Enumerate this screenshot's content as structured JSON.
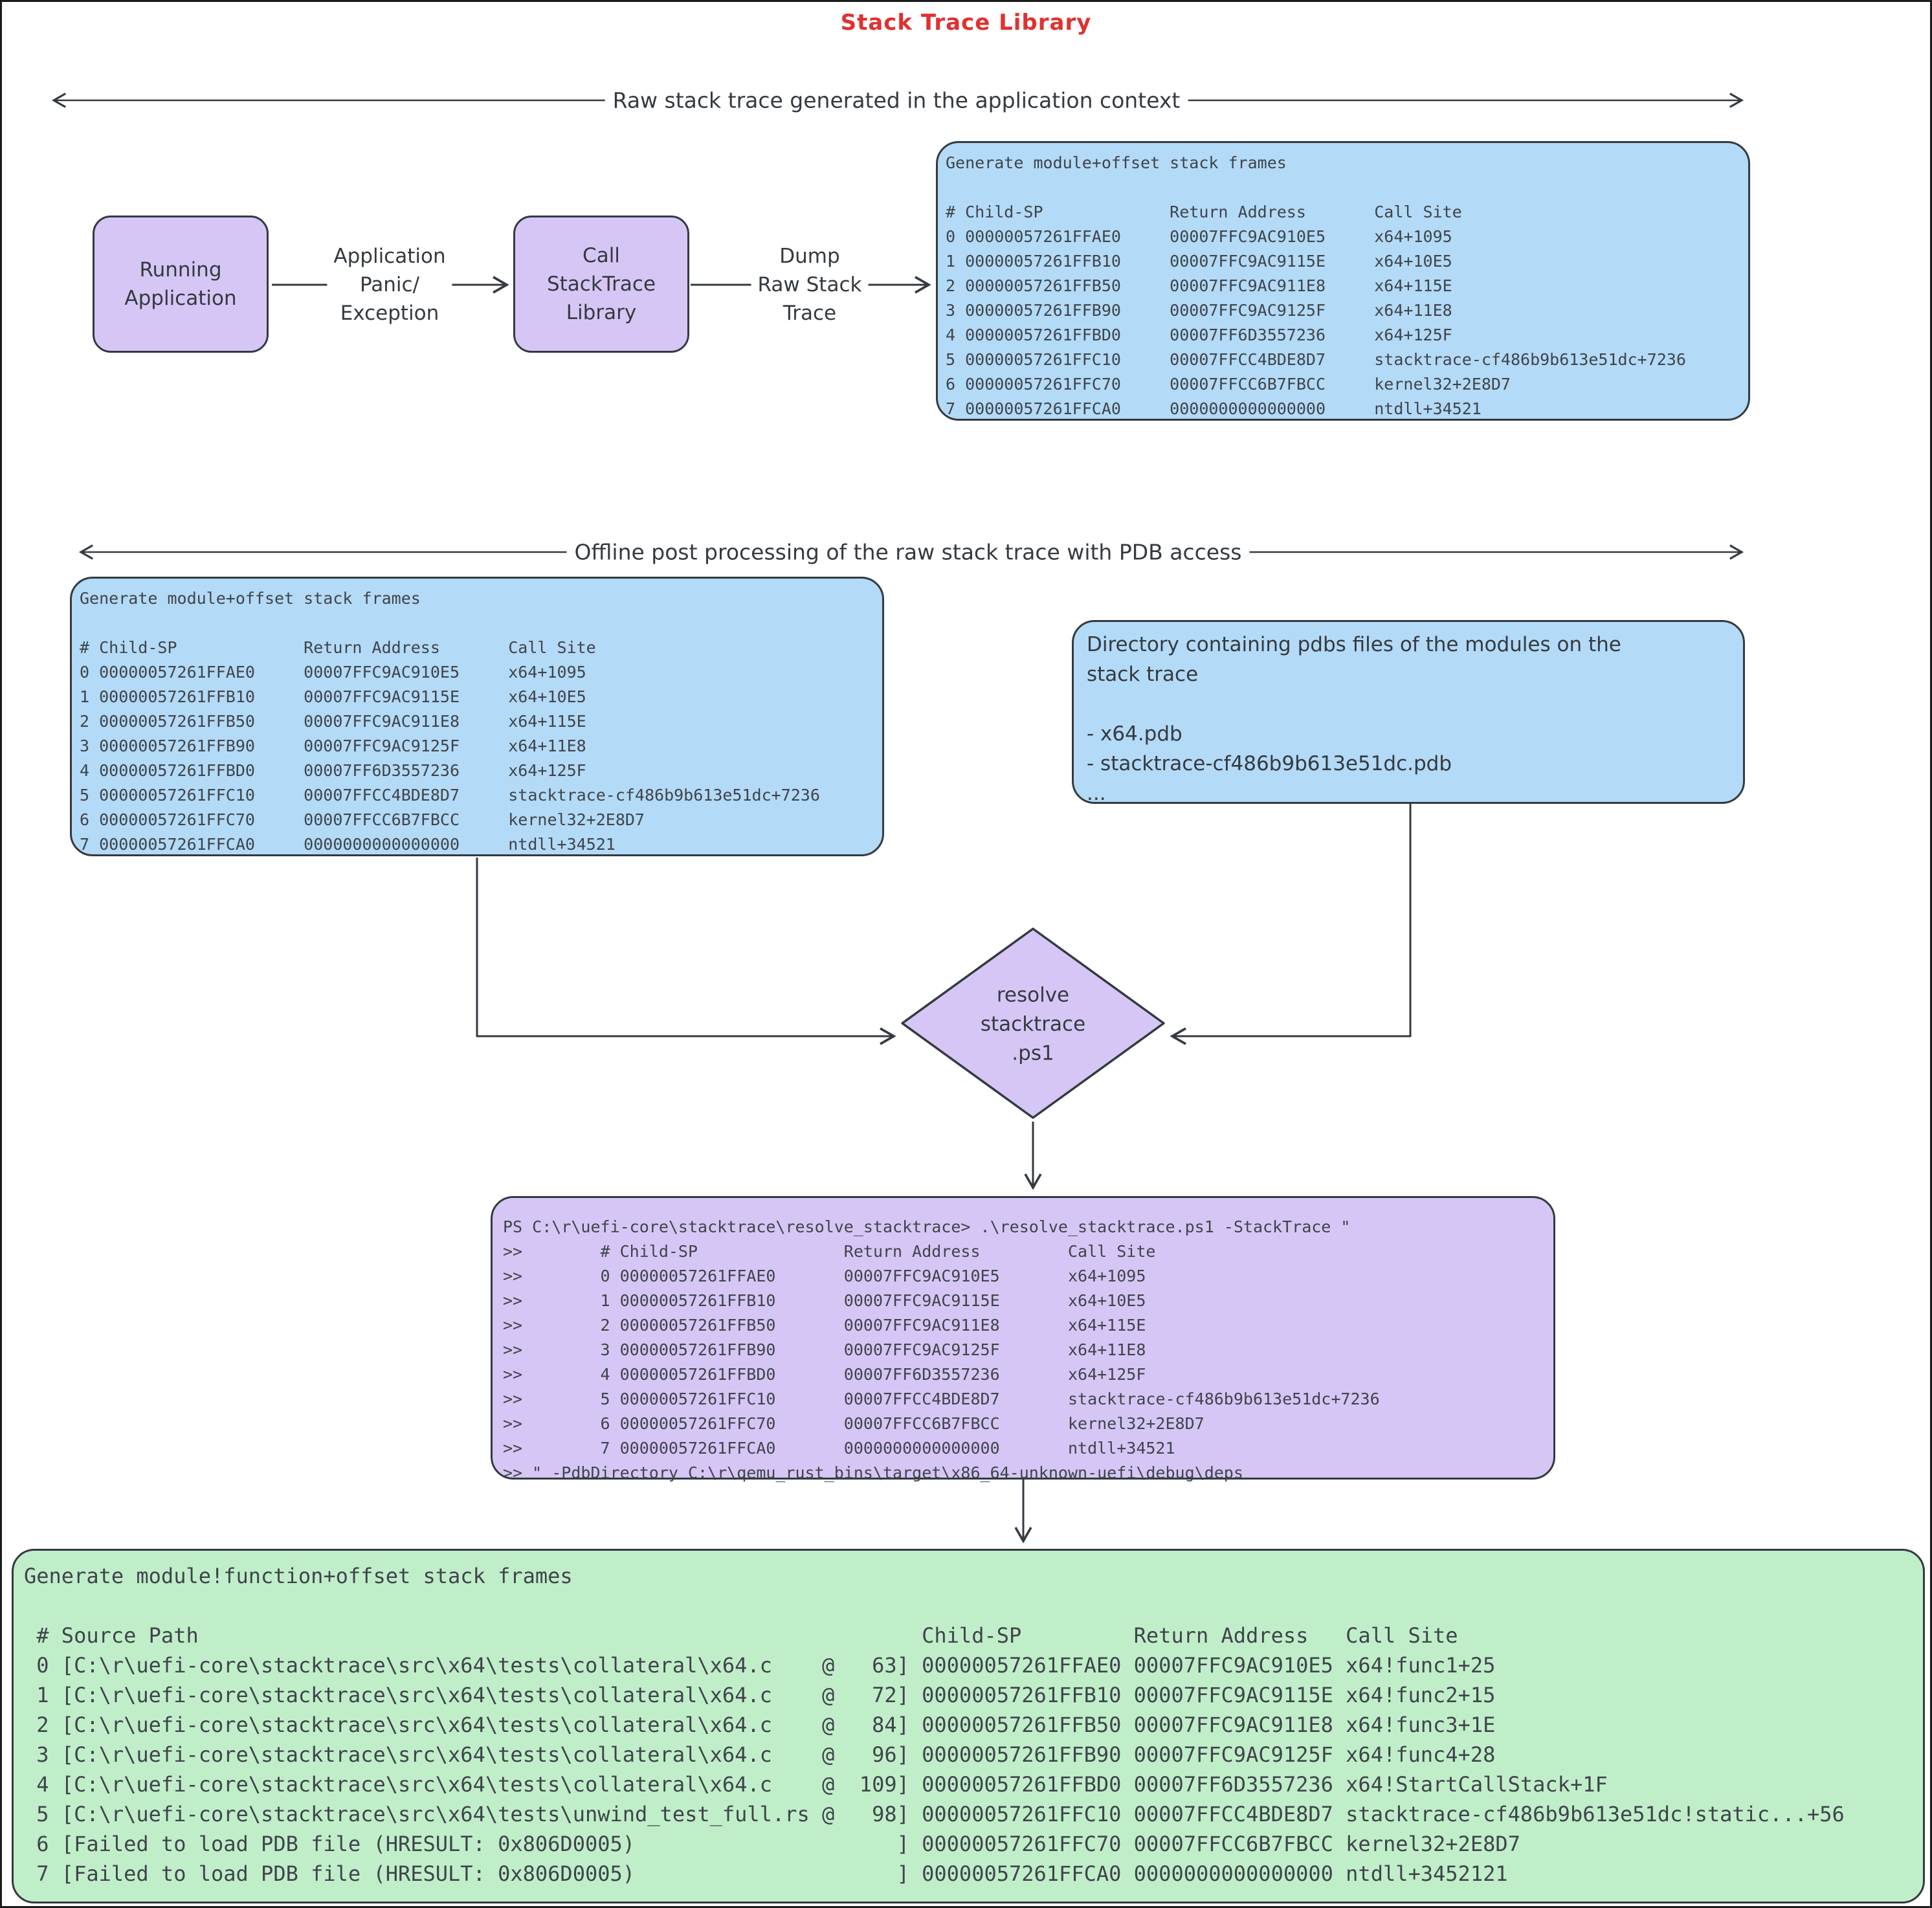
{
  "page": {
    "title": "Stack Trace Library"
  },
  "sections": {
    "raw_label": "Raw stack trace generated in the application context",
    "offline_label": "Offline post processing of the raw stack trace with PDB access"
  },
  "flow": {
    "running_app": [
      "Running",
      "Application"
    ],
    "panic_label": [
      "Application",
      "Panic/",
      "Exception"
    ],
    "call_lib": [
      "Call",
      "StackTrace",
      "Library"
    ],
    "dump_label": [
      "Dump",
      "Raw Stack",
      "Trace"
    ]
  },
  "raw_trace_box": {
    "lines": [
      "Generate module+offset stack frames",
      "",
      "# Child-SP             Return Address       Call Site",
      "0 00000057261FFAE0     00007FFC9AC910E5     x64+1095",
      "1 00000057261FFB10     00007FFC9AC9115E     x64+10E5",
      "2 00000057261FFB50     00007FFC9AC911E8     x64+115E",
      "3 00000057261FFB90     00007FFC9AC9125F     x64+11E8",
      "4 00000057261FFBD0     00007FF6D3557236     x64+125F",
      "5 00000057261FFC10     00007FFCC4BDE8D7     stacktrace-cf486b9b613e51dc+7236",
      "6 00000057261FFC70     00007FFCC6B7FBCC     kernel32+2E8D7",
      "7 00000057261FFCA0     0000000000000000     ntdll+34521"
    ]
  },
  "offline_trace_box": {
    "lines": [
      "Generate module+offset stack frames",
      "",
      "# Child-SP             Return Address       Call Site",
      "0 00000057261FFAE0     00007FFC9AC910E5     x64+1095",
      "1 00000057261FFB10     00007FFC9AC9115E     x64+10E5",
      "2 00000057261FFB50     00007FFC9AC911E8     x64+115E",
      "3 00000057261FFB90     00007FFC9AC9125F     x64+11E8",
      "4 00000057261FFBD0     00007FF6D3557236     x64+125F",
      "5 00000057261FFC10     00007FFCC4BDE8D7     stacktrace-cf486b9b613e51dc+7236",
      "6 00000057261FFC70     00007FFCC6B7FBCC     kernel32+2E8D7",
      "7 00000057261FFCA0     0000000000000000     ntdll+34521"
    ]
  },
  "pdb_box": {
    "lines": [
      "Directory containing pdbs files of the modules on the",
      "stack trace",
      "",
      "- x64.pdb",
      "- stacktrace-cf486b9b613e51dc.pdb",
      "..."
    ]
  },
  "resolver": {
    "lines": [
      "resolve",
      "stacktrace",
      ".ps1"
    ]
  },
  "console_box": {
    "lines": [
      "PS C:\\r\\uefi-core\\stacktrace\\resolve_stacktrace> .\\resolve_stacktrace.ps1 -StackTrace \"",
      ">>        # Child-SP               Return Address         Call Site",
      ">>        0 00000057261FFAE0       00007FFC9AC910E5       x64+1095",
      ">>        1 00000057261FFB10       00007FFC9AC9115E       x64+10E5",
      ">>        2 00000057261FFB50       00007FFC9AC911E8       x64+115E",
      ">>        3 00000057261FFB90       00007FFC9AC9125F       x64+11E8",
      ">>        4 00000057261FFBD0       00007FF6D3557236       x64+125F",
      ">>        5 00000057261FFC10       00007FFCC4BDE8D7       stacktrace-cf486b9b613e51dc+7236",
      ">>        6 00000057261FFC70       00007FFCC6B7FBCC       kernel32+2E8D7",
      ">>        7 00000057261FFCA0       0000000000000000       ntdll+34521",
      ">> \" -PdbDirectory C:\\r\\qemu_rust_bins\\target\\x86_64-unknown-uefi\\debug\\deps"
    ]
  },
  "resolved_box": {
    "lines": [
      "Generate module!function+offset stack frames",
      "",
      " # Source Path                                                          Child-SP         Return Address   Call Site",
      " 0 [C:\\r\\uefi-core\\stacktrace\\src\\x64\\tests\\collateral\\x64.c    @   63] 00000057261FFAE0 00007FFC9AC910E5 x64!func1+25",
      " 1 [C:\\r\\uefi-core\\stacktrace\\src\\x64\\tests\\collateral\\x64.c    @   72] 00000057261FFB10 00007FFC9AC9115E x64!func2+15",
      " 2 [C:\\r\\uefi-core\\stacktrace\\src\\x64\\tests\\collateral\\x64.c    @   84] 00000057261FFB50 00007FFC9AC911E8 x64!func3+1E",
      " 3 [C:\\r\\uefi-core\\stacktrace\\src\\x64\\tests\\collateral\\x64.c    @   96] 00000057261FFB90 00007FFC9AC9125F x64!func4+28",
      " 4 [C:\\r\\uefi-core\\stacktrace\\src\\x64\\tests\\collateral\\x64.c    @  109] 00000057261FFBD0 00007FF6D3557236 x64!StartCallStack+1F",
      " 5 [C:\\r\\uefi-core\\stacktrace\\src\\x64\\tests\\unwind_test_full.rs @   98] 00000057261FFC10 00007FFCC4BDE8D7 stacktrace-cf486b9b613e51dc!static...+56",
      " 6 [Failed to load PDB file (HRESULT: 0x806D0005)                     ] 00000057261FFC70 00007FFCC6B7FBCC kernel32+2E8D7",
      " 7 [Failed to load PDB file (HRESULT: 0x806D0005)                     ] 00000057261FFCA0 0000000000000000 ntdll+3452121"
    ]
  },
  "colors": {
    "title_red": "#e03131",
    "stroke": "#343a40",
    "violet_fill": "#d6c6f5",
    "blue_fill": "#b3daf6",
    "green_fill": "#c0eec9"
  }
}
